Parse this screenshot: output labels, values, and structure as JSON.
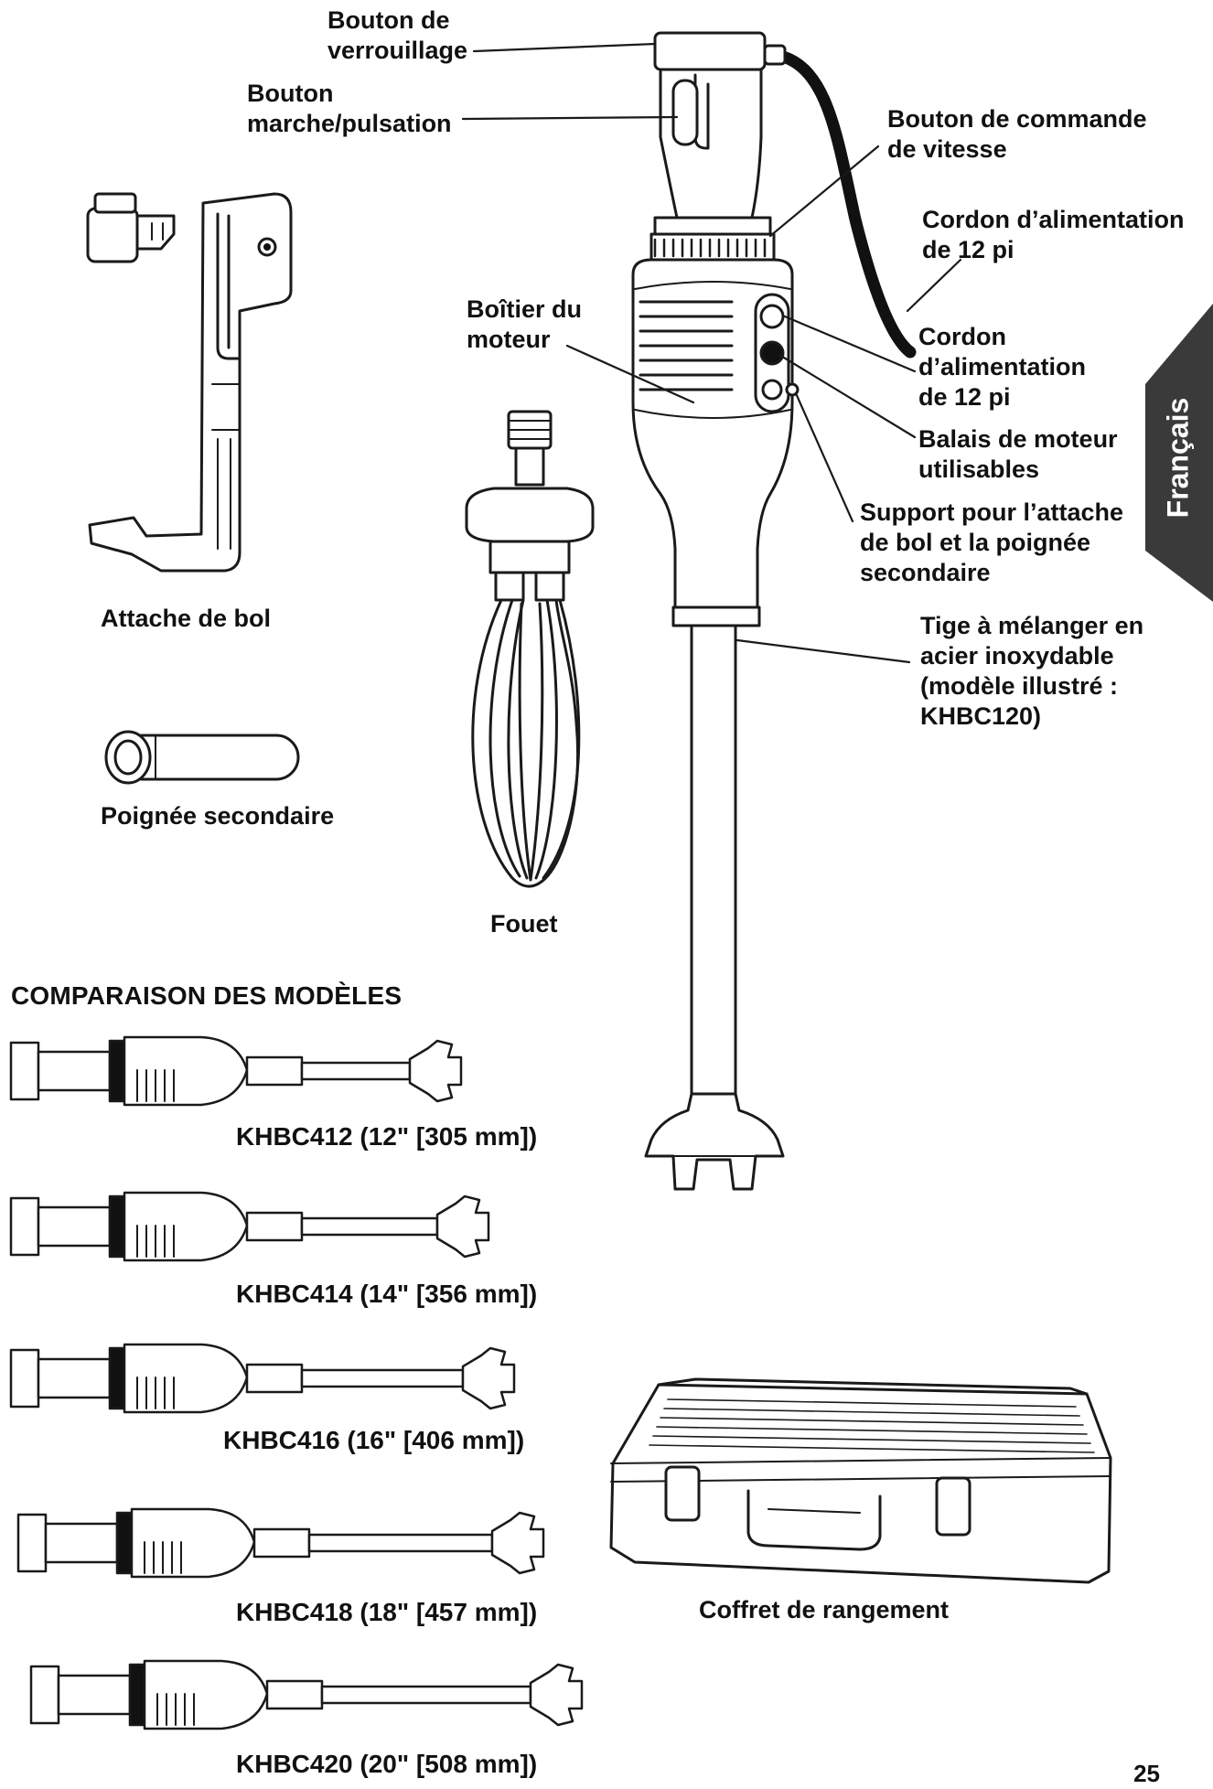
{
  "labels": {
    "lock_button": [
      "Bouton de",
      "verrouillage"
    ],
    "power_button": [
      "Bouton",
      "marche/pulsation"
    ],
    "speed_control": [
      "Bouton de commande",
      "de vitesse"
    ],
    "power_cord_1": [
      "Cordon d’alimentation",
      "de 12 pi"
    ],
    "power_cord_2": [
      "Cordon",
      "d’alimentation",
      "de 12 pi"
    ],
    "motor_housing": [
      "Boîtier du",
      "moteur"
    ],
    "motor_brushes": [
      "Balais de moteur",
      "utilisables"
    ],
    "support": [
      "Support pour l’attache",
      "de bol et la poignée",
      "secondaire"
    ],
    "shaft": [
      "Tige à mélanger en",
      "acier inoxydable",
      "(modèle illustré :",
      "KHBC120)"
    ],
    "bowl_clamp": "Attache de bol",
    "side_handle": "Poignée secondaire",
    "whisk": "Fouet",
    "storage_case": "Coffret de rangement"
  },
  "comparison": {
    "heading": "COMPARAISON DES MODÈLES",
    "models": [
      "KHBC412 (12\" [305 mm])",
      "KHBC414 (14\" [356 mm])",
      "KHBC416 (16\" [406 mm])",
      "KHBC418 (18\" [457 mm])",
      "KHBC420 (20\" [508 mm])"
    ]
  },
  "language_tab": "Français",
  "page_number": "25",
  "colors": {
    "ink": "#111111",
    "tab": "#3a3a3a",
    "background": "#ffffff"
  }
}
